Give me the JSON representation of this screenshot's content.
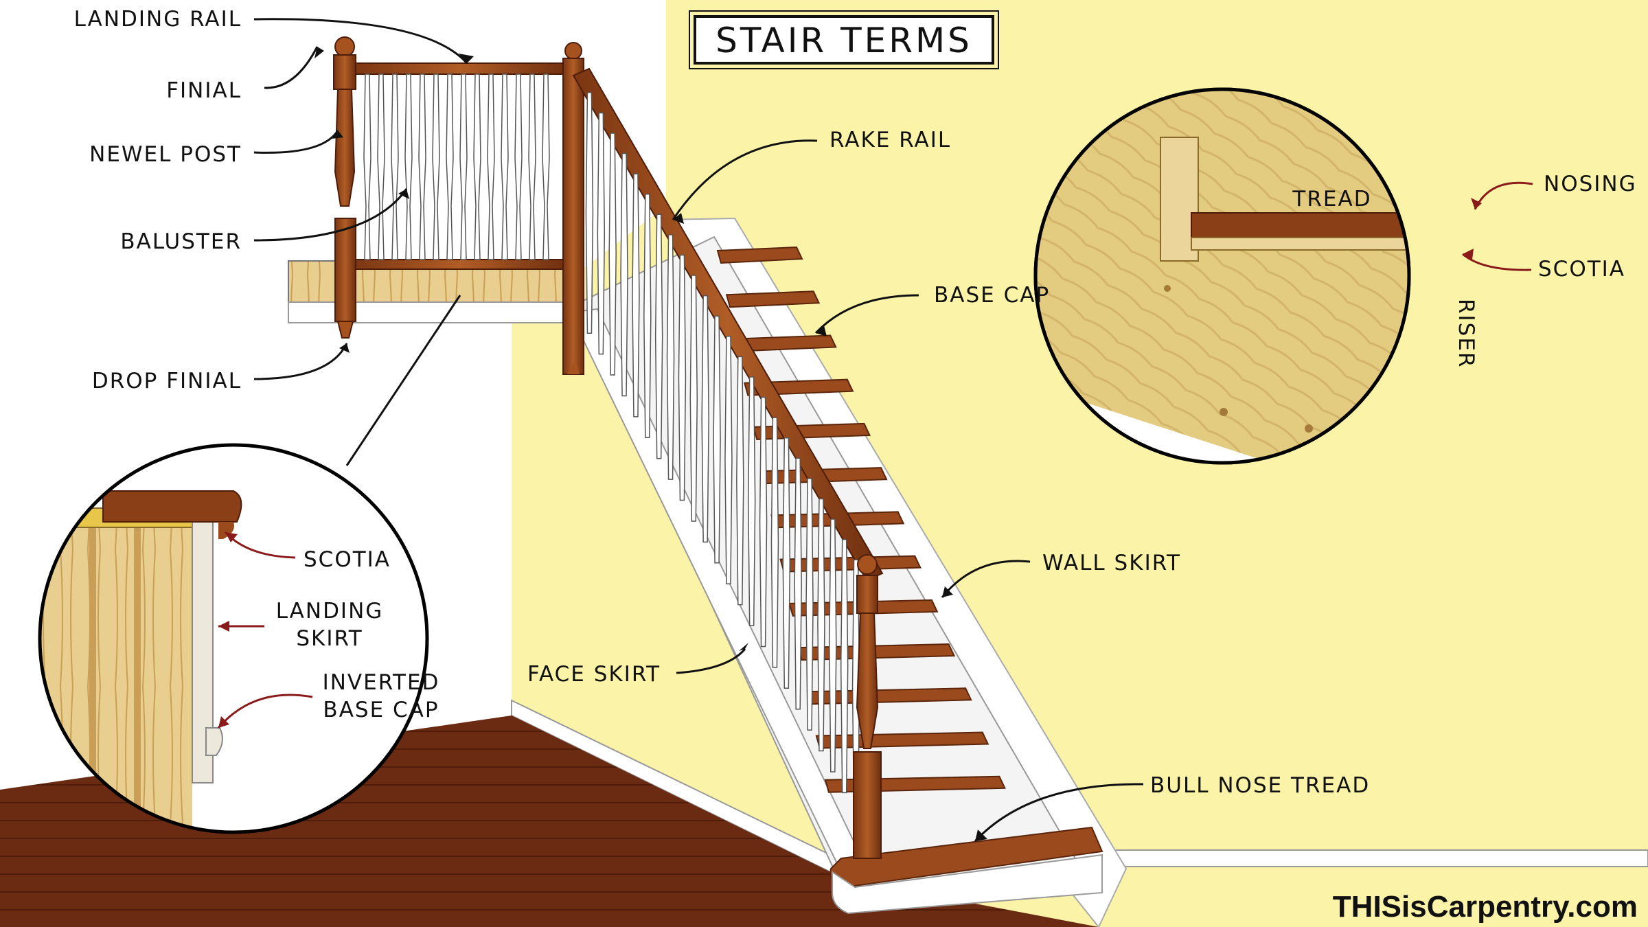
{
  "title": "STAIR TERMS",
  "brand": "THISisCarpentry.com",
  "labels": {
    "landing_rail": "LANDING RAIL",
    "finial": "FINIAL",
    "newel_post": "NEWEL POST",
    "baluster": "BALUSTER",
    "drop_finial": "DROP FINIAL",
    "rake_rail": "RAKE RAIL",
    "base_cap": "BASE CAP",
    "wall_skirt": "WALL SKIRT",
    "face_skirt": "FACE SKIRT",
    "bull_nose_tread": "BULL NOSE TREAD",
    "tread": "TREAD",
    "nosing": "NOSING",
    "scotia_right": "SCOTIA",
    "riser": "RISER",
    "scotia_left": "SCOTIA",
    "landing_skirt_1": "LANDING",
    "landing_skirt_2": "SKIRT",
    "inverted_base_cap_1": "INVERTED",
    "inverted_base_cap_2": "BASE CAP"
  },
  "colors": {
    "wall": "#fbf4a8",
    "wood": "#9a4a1c",
    "wood_dark": "#6e3110",
    "floor": "#6b2a12",
    "plywood": "#e6cf86",
    "leader_red": "#8b1a1a"
  }
}
